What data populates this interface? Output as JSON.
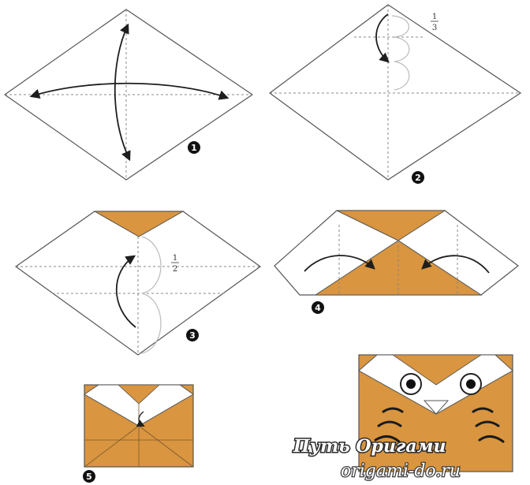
{
  "colors": {
    "paper_front": "#ffffff",
    "paper_back": "#d9953f",
    "outline": "#555555",
    "fold_line": "#888888",
    "arrow": "#1e1e1e"
  },
  "steps": [
    {
      "number": "1"
    },
    {
      "number": "2",
      "fraction": {
        "numerator": "1",
        "denominator": "3"
      }
    },
    {
      "number": "3",
      "fraction": {
        "numerator": "1",
        "denominator": "2"
      }
    },
    {
      "number": "4"
    },
    {
      "number": "5"
    },
    {
      "number": ""
    }
  ],
  "watermark": {
    "title": "Путь Оригами",
    "site": "origami-do.ru"
  }
}
